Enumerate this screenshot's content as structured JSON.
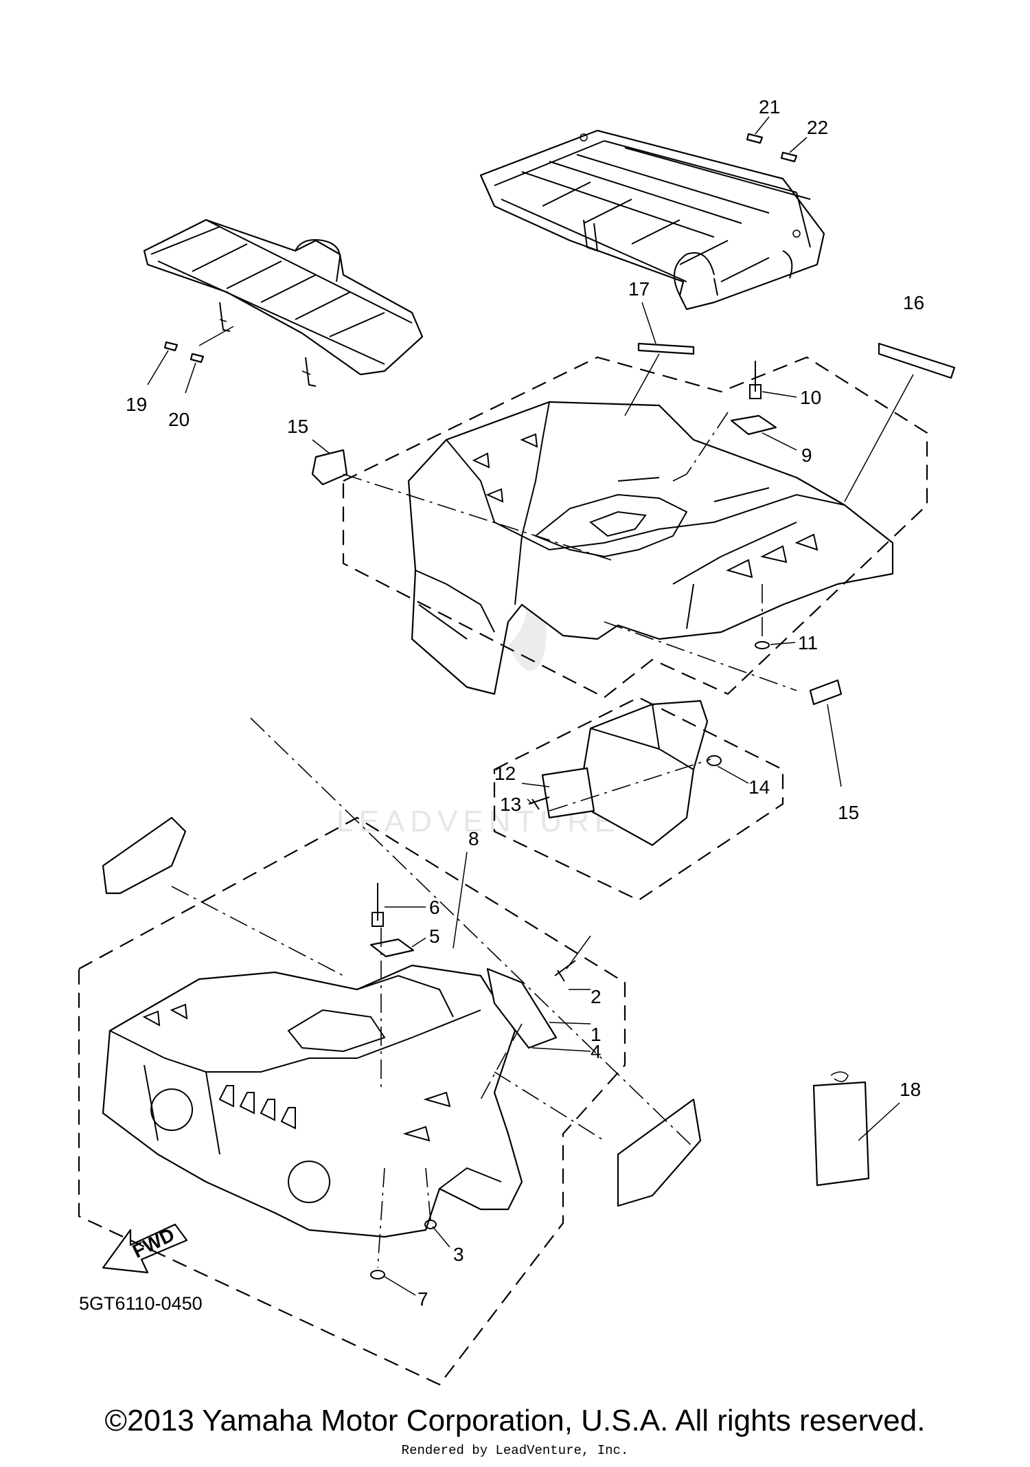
{
  "diagram": {
    "callouts": [
      "1",
      "2",
      "3",
      "4",
      "5",
      "6",
      "7",
      "8",
      "9",
      "10",
      "11",
      "12",
      "13",
      "14",
      "15",
      "15",
      "16",
      "17",
      "18",
      "19",
      "20",
      "21",
      "22"
    ],
    "fwd_label": "FWD",
    "part_code": "5GT6110-0450",
    "watermark": "LEADVENTURE"
  },
  "footer": {
    "copyright": "©2013 Yamaha Motor Corporation, U.S.A. All rights reserved.",
    "rendered_by": "Rendered by LeadVenture, Inc."
  }
}
